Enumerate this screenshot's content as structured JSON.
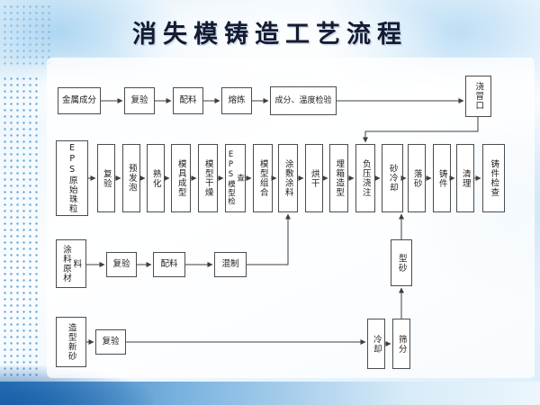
{
  "slide": {
    "title": "消失模铸造工艺流程"
  },
  "colors": {
    "title_text": "#141b32",
    "box_border": "#4d4d4d",
    "arrow": "#3f3f3f",
    "sky_blue": "#cfe7f7",
    "deep_blue": "#1f6db5",
    "dot_blue": "#6aabdc"
  },
  "flowchart": {
    "metal_line": {
      "metal_composition": "金属成分",
      "reinspection": "复验",
      "batching": "配料",
      "melting": "熔炼",
      "composition_temperature_check": "成分、温度检验",
      "gating_riser": "浇冒口"
    },
    "main_line": {
      "eps_raw_beads": "EPS原始珠粒",
      "reinspection": "复验",
      "pre_expansion": "预发泡",
      "curing": "熟化",
      "mold_forming": "模具成型",
      "pattern_drying": "模型干燥",
      "eps_pattern_check": "EPS模型检查",
      "pattern_assembly": "模型组合",
      "coating_application": "涂敷涂料",
      "drying": "烘干",
      "flask_molding": "埋箱造型",
      "vacuum_pouring": "负压浇注",
      "sand_cooling": "砂冷却",
      "shakeout": "落砂",
      "casting": "铸件",
      "cleaning": "清理",
      "casting_inspection": "铸件检查"
    },
    "coating_line": {
      "coating_raw_materials": "涂料原材料",
      "reinspection": "复验",
      "batching": "配料",
      "mixing": "混制"
    },
    "sand_line": {
      "new_molding_sand": "造型新砂",
      "reinspection": "复验",
      "cooling": "冷却",
      "screening": "筛分",
      "molding_sand": "型砂"
    }
  }
}
